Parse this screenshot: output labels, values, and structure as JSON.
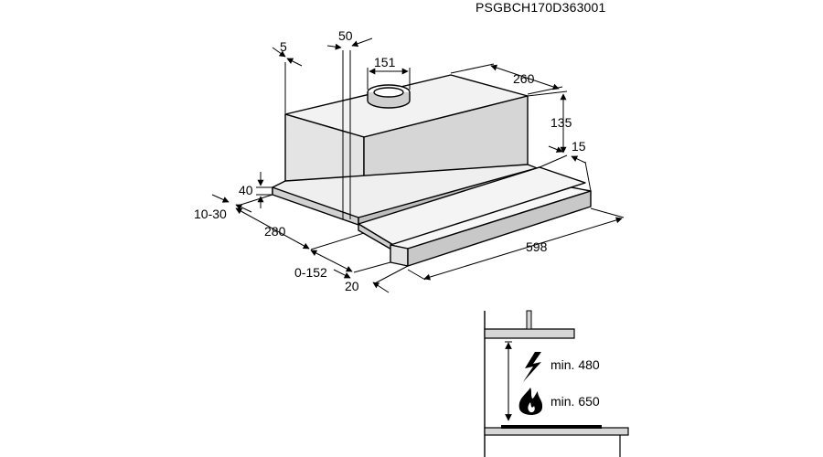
{
  "product_code": "PSGBCH170D363001",
  "dimensions": {
    "d5": "5",
    "d50": "50",
    "d151": "151",
    "d260": "260",
    "d135": "135",
    "d15": "15",
    "d40": "40",
    "d10_30": "10-30",
    "d280": "280",
    "d598": "598",
    "d0_152": "0-152",
    "d20": "20"
  },
  "clearances": {
    "electric_label": "min. 480",
    "gas_label": "min. 650",
    "electric_icon": "lightning-bolt-icon",
    "gas_icon": "flame-icon"
  },
  "colors": {
    "line": "#000000",
    "fill_light": "#f2f2f2",
    "fill_mid": "#dcdcdc",
    "fill_dark": "#c8c8c8"
  }
}
